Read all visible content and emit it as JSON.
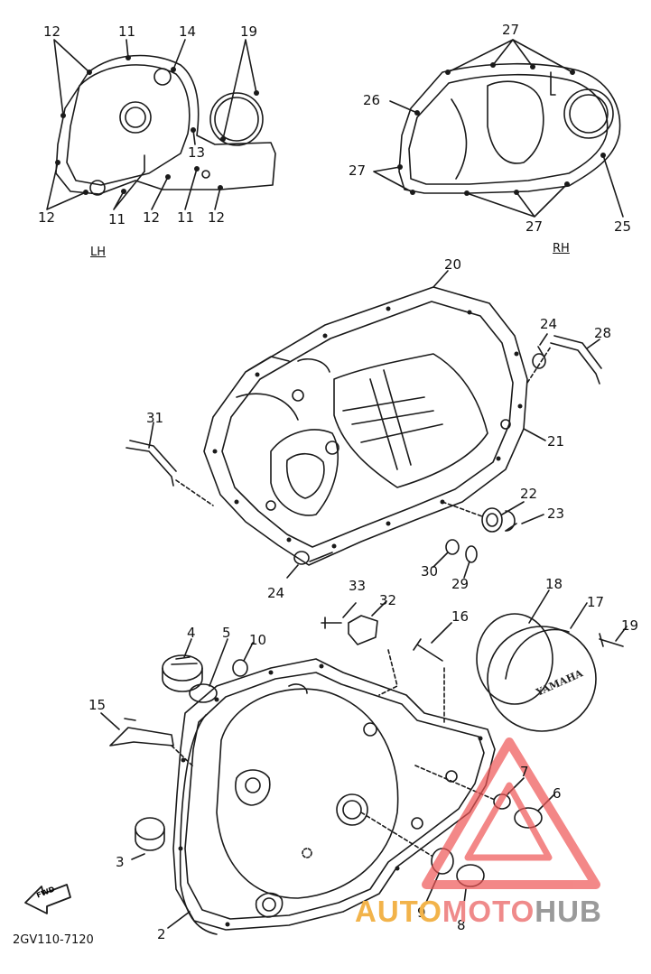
{
  "sections": {
    "left": "LH",
    "right": "RH"
  },
  "diagram_code": "2GV110-7120",
  "front_arrow": "FWD",
  "cover_logo": "YAMAHA",
  "watermark": {
    "part1": "AUTO",
    "part2": "MOTO",
    "part3": "HUB"
  },
  "labels": {
    "l12a": "12",
    "l11a": "11",
    "l14": "14",
    "l19a": "19",
    "l13": "13",
    "l12b": "12",
    "l11b": "11",
    "l12c": "12",
    "l11c": "11",
    "l12d": "12",
    "l27a": "27",
    "l26": "26",
    "l27b": "27",
    "l27c": "27",
    "l25": "25",
    "l20": "20",
    "l24a": "24",
    "l28": "28",
    "l31": "31",
    "l21": "21",
    "l22": "22",
    "l23": "23",
    "l30": "30",
    "l29": "29",
    "l24b": "24",
    "l33": "33",
    "l32": "32",
    "l16": "16",
    "l18": "18",
    "l17": "17",
    "l19b": "19",
    "l4": "4",
    "l5": "5",
    "l10": "10",
    "l15": "15",
    "l7": "7",
    "l6": "6",
    "l3": "3",
    "l9": "9",
    "l8": "8",
    "l2": "2"
  },
  "colors": {
    "line": "#1a1a1a",
    "watermark_triangle": "#ee5555"
  }
}
